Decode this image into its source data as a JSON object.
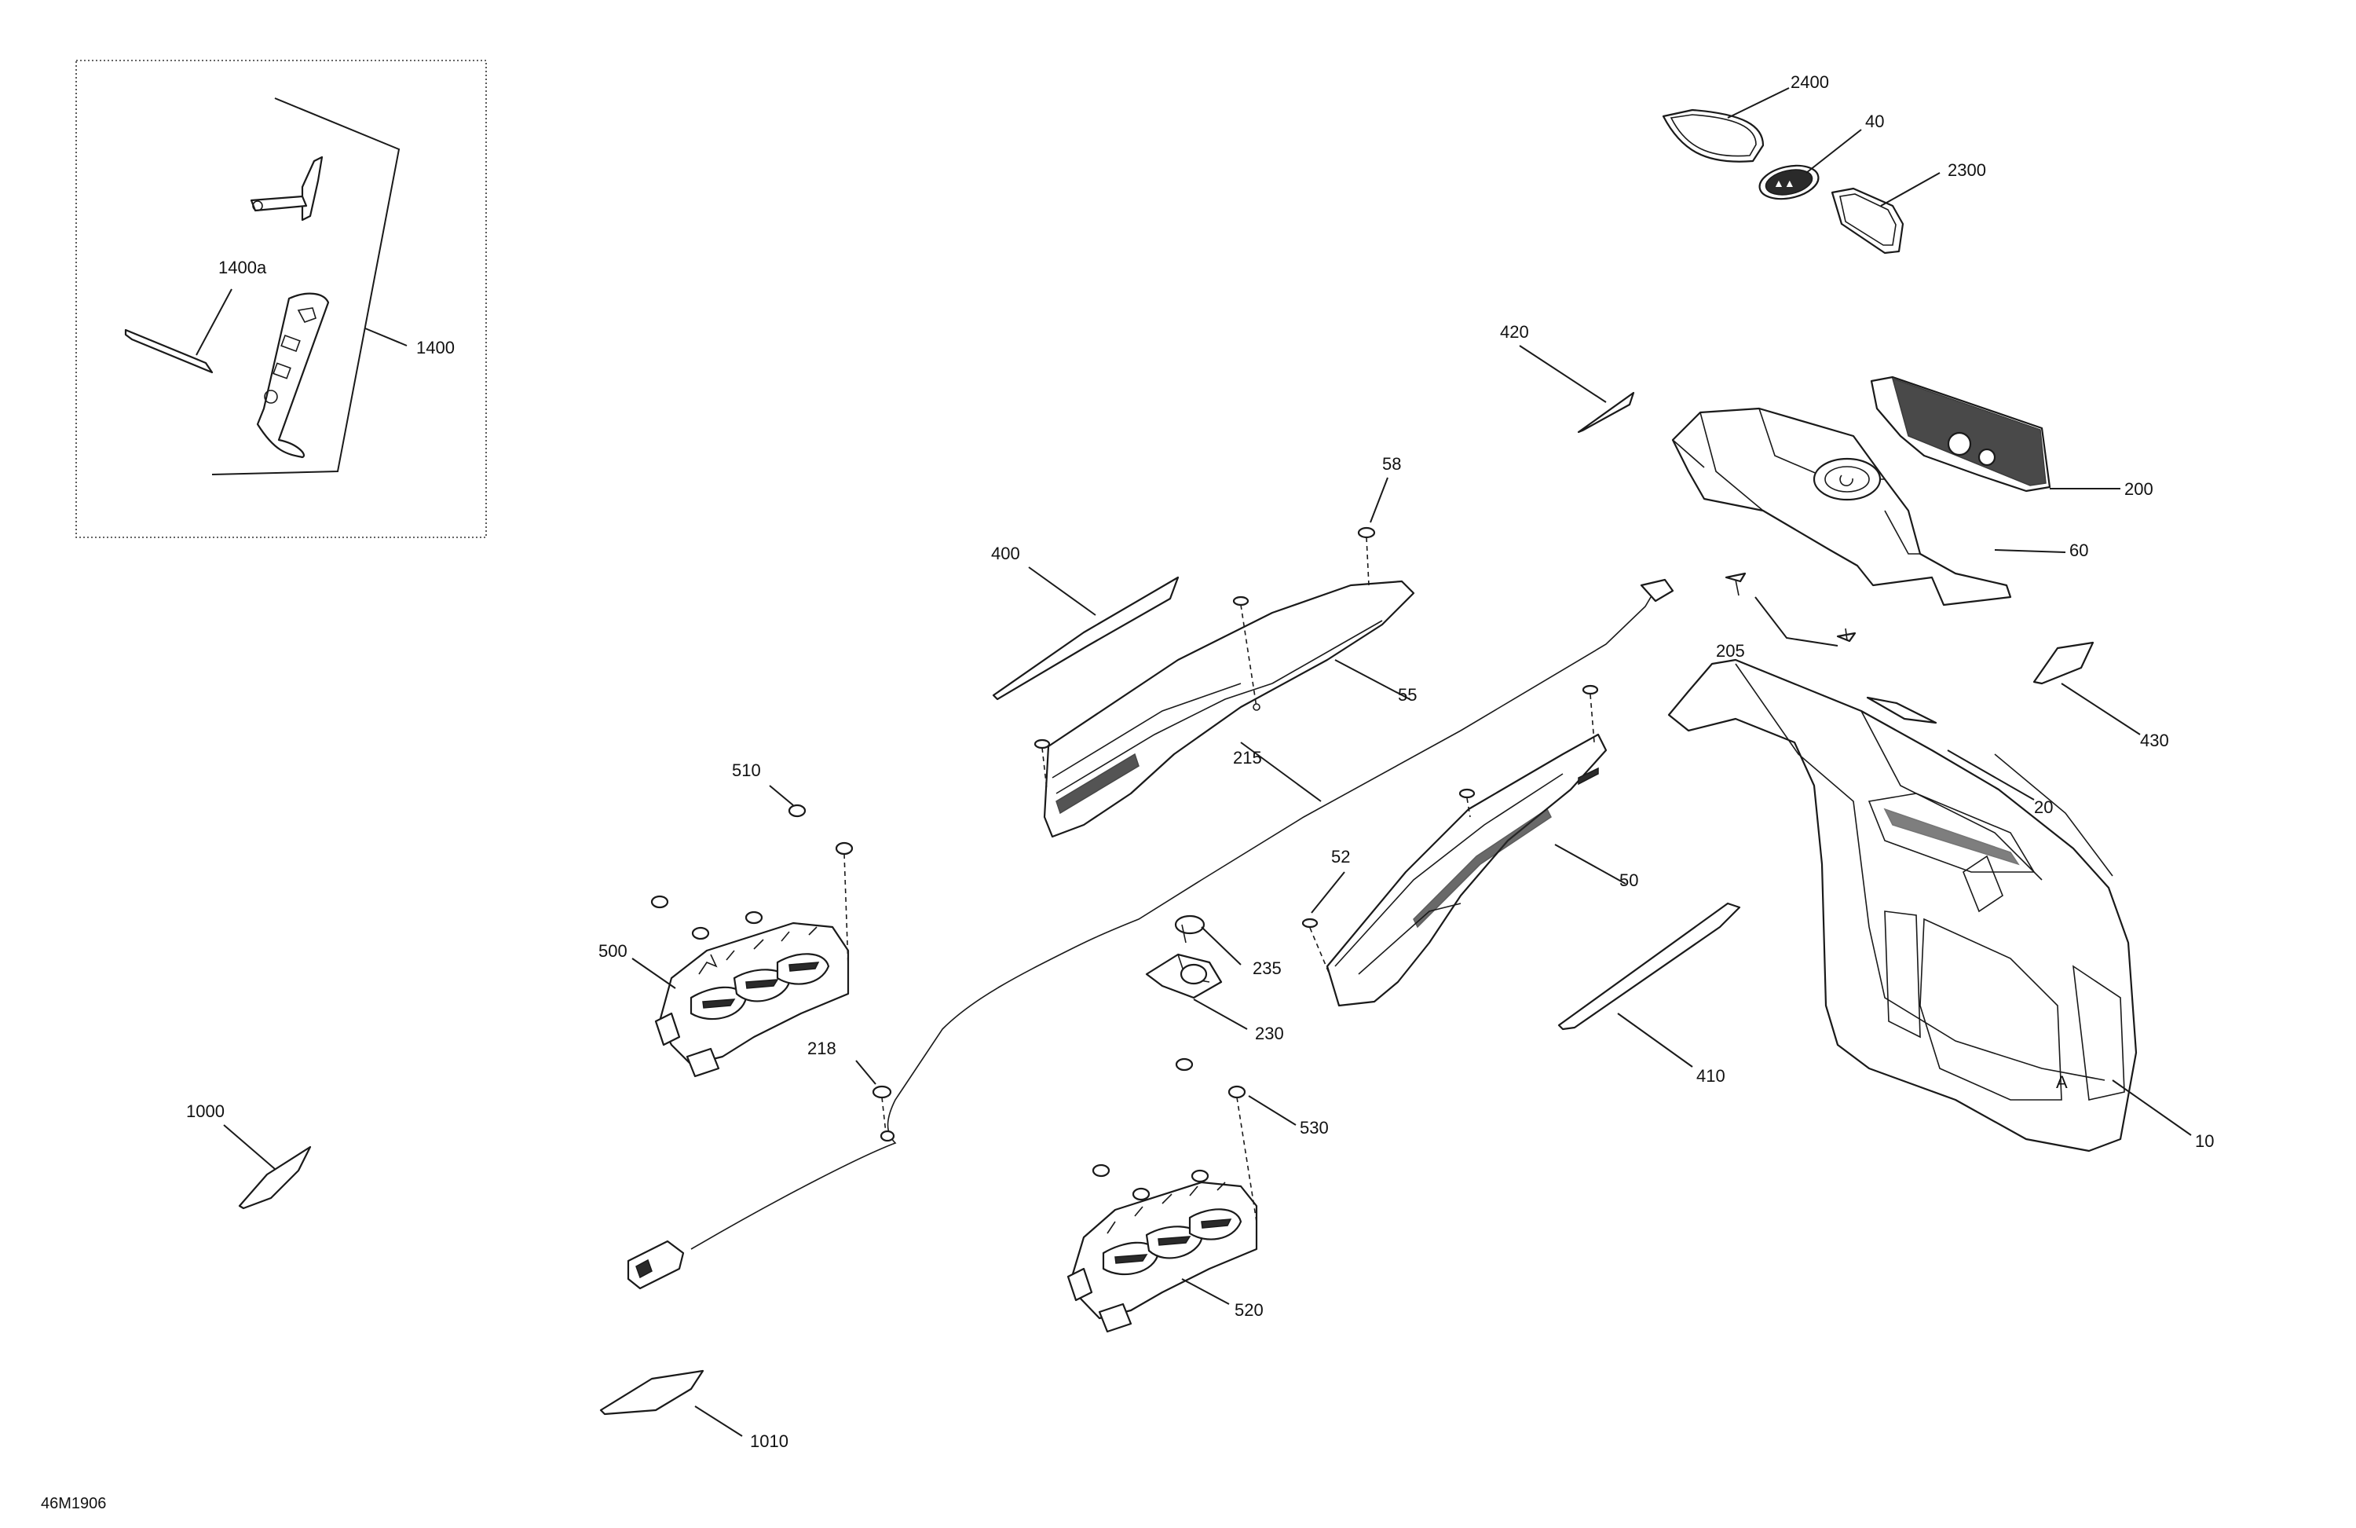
{
  "diagram_code": "46M1906",
  "labels": {
    "l2400": "2400",
    "l40": "40",
    "l2300": "2300",
    "l420": "420",
    "l200": "200",
    "l60": "60",
    "l58": "58",
    "l400": "400",
    "l205": "205",
    "l430": "430",
    "l55": "55",
    "l215": "215",
    "l20": "20",
    "l510": "510",
    "l50": "50",
    "l52": "52",
    "l500": "500",
    "l235": "235",
    "l230": "230",
    "l410": "410",
    "l218": "218",
    "l10": "10",
    "l530": "530",
    "l1000": "1000",
    "l520": "520",
    "l1010": "1010",
    "l1400a": "1400a",
    "l1400": "1400"
  },
  "inset_label": "A"
}
